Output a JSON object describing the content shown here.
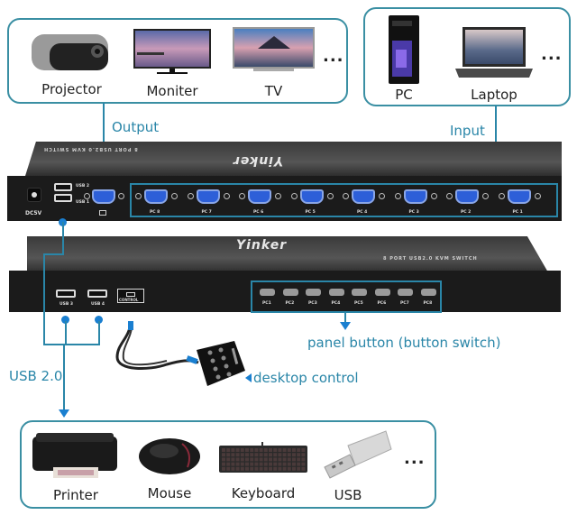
{
  "output_devices": {
    "items": [
      {
        "label": "Projector",
        "icon": "projector-icon"
      },
      {
        "label": "Moniter",
        "icon": "monitor-icon"
      },
      {
        "label": "TV",
        "icon": "tv-icon"
      }
    ],
    "more": "..."
  },
  "input_devices": {
    "items": [
      {
        "label": "PC",
        "icon": "pc-tower-icon"
      },
      {
        "label": "Laptop",
        "icon": "laptop-icon"
      }
    ],
    "more": "..."
  },
  "usb_devices": {
    "items": [
      {
        "label": "Printer",
        "icon": "printer-icon"
      },
      {
        "label": "Mouse",
        "icon": "mouse-icon"
      },
      {
        "label": "Keyboard",
        "icon": "keyboard-icon"
      },
      {
        "label": "USB",
        "icon": "usb-drive-icon"
      }
    ],
    "more": "..."
  },
  "labels": {
    "output": "Output",
    "input": "Input",
    "usb": "USB 2.0",
    "panel_button": "panel button (button switch)",
    "desktop_control": "desktop control"
  },
  "kvm_back": {
    "brand": "Yinker",
    "model": "8 PORT USB2.0 KVM SWITCH",
    "power_label": "DC5V",
    "usb_labels": [
      "USB 2",
      "USB 1"
    ],
    "pc_ports": [
      "PC 8",
      "PC 7",
      "PC 6",
      "PC 5",
      "PC 4",
      "PC 3",
      "PC 2",
      "PC 1"
    ]
  },
  "kvm_front": {
    "brand": "Yinker",
    "model": "8 PORT USB2.0 KVM SWITCH",
    "usb_labels": [
      "USB 3",
      "USB 4"
    ],
    "control_label": "CONTROL",
    "buttons": [
      "PC1",
      "PC2",
      "PC3",
      "PC4",
      "PC5",
      "PC6",
      "PC7",
      "PC8"
    ]
  },
  "colors": {
    "accent": "#2a86a8",
    "arrow": "#1a7fd0"
  }
}
